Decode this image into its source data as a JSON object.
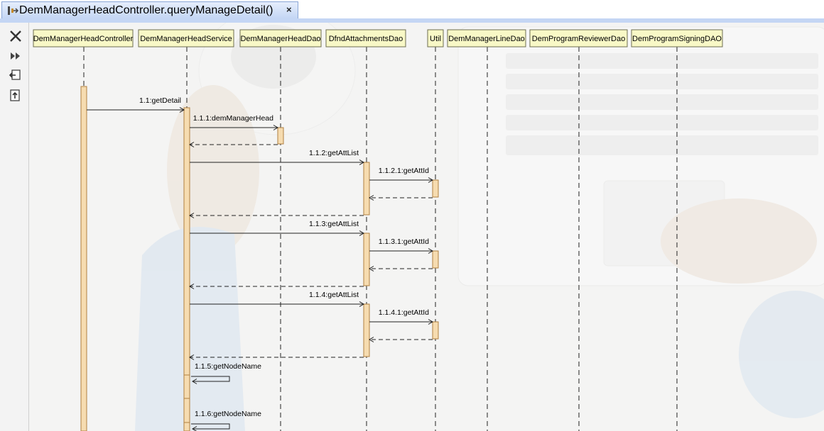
{
  "tab": {
    "title": "DemManagerHeadController.queryManageDetail()",
    "close": "×"
  },
  "toolbar": {
    "close_icon": "close-icon",
    "forward_icon": "fast-forward-icon",
    "back_icon": "return-icon",
    "export_icon": "export-icon"
  },
  "colors": {
    "lifeline_header": "#f8f8c6",
    "activation": "#f6dcb0",
    "activation_border": "#b08040"
  },
  "diagram": {
    "lifelines": [
      "DemManagerHeadController",
      "DemManagerHeadService",
      "DemManagerHeadDao",
      "DfndAttachmentsDao",
      "Util",
      "DemManagerLineDao",
      "DemProgramReviewerDao",
      "DemProgramSigningDAO"
    ],
    "messages": [
      {
        "label": "1.1:getDetail",
        "from": 0,
        "to": 1
      },
      {
        "label": "1.1.1:demManagerHead",
        "from": 1,
        "to": 2
      },
      {
        "label": "1.1.2:getAttList",
        "from": 1,
        "to": 3
      },
      {
        "label": "1.1.2.1:getAttId",
        "from": 3,
        "to": 4
      },
      {
        "label": "1.1.3:getAttList",
        "from": 1,
        "to": 3
      },
      {
        "label": "1.1.3.1:getAttId",
        "from": 3,
        "to": 4
      },
      {
        "label": "1.1.4:getAttList",
        "from": 1,
        "to": 3
      },
      {
        "label": "1.1.4.1:getAttId",
        "from": 3,
        "to": 4
      },
      {
        "label": "1.1.5:getNodeName",
        "from": 1,
        "to": 1
      },
      {
        "label": "1.1.6:getNodeName",
        "from": 1,
        "to": 1
      }
    ]
  }
}
